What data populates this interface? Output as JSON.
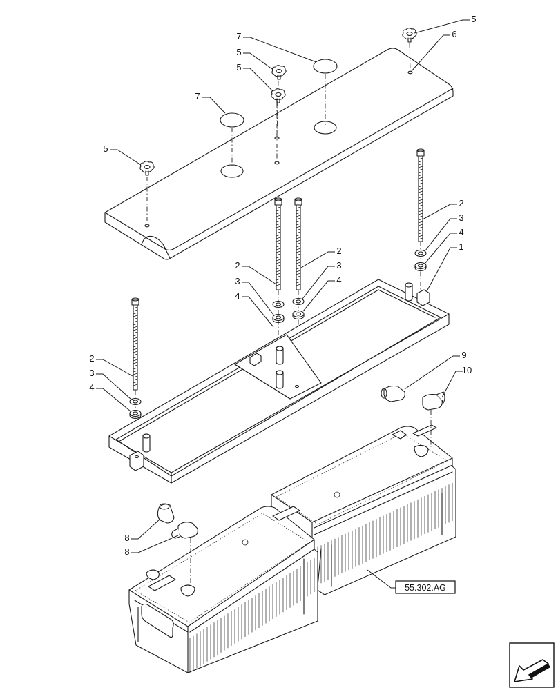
{
  "reference_label": "55.302.AG",
  "callouts": [
    {
      "id": "c5a",
      "text": "5"
    },
    {
      "id": "c6",
      "text": "6"
    },
    {
      "id": "c7a",
      "text": "7"
    },
    {
      "id": "c5b",
      "text": "5"
    },
    {
      "id": "c5c",
      "text": "5"
    },
    {
      "id": "c7b",
      "text": "7"
    },
    {
      "id": "c5d",
      "text": "5"
    },
    {
      "id": "c2a",
      "text": "2"
    },
    {
      "id": "c3a",
      "text": "3"
    },
    {
      "id": "c4a",
      "text": "4"
    },
    {
      "id": "c1",
      "text": "1"
    },
    {
      "id": "c2b",
      "text": "2"
    },
    {
      "id": "c3b",
      "text": "3"
    },
    {
      "id": "c4b",
      "text": "4"
    },
    {
      "id": "c2c",
      "text": "2"
    },
    {
      "id": "c3c",
      "text": "3"
    },
    {
      "id": "c4c",
      "text": "4"
    },
    {
      "id": "c2d",
      "text": "2"
    },
    {
      "id": "c3d",
      "text": "3"
    },
    {
      "id": "c4d",
      "text": "4"
    },
    {
      "id": "c9",
      "text": "9"
    },
    {
      "id": "c10",
      "text": "10"
    },
    {
      "id": "c8a",
      "text": "8"
    },
    {
      "id": "c8b",
      "text": "8"
    }
  ],
  "icons": {
    "nav": "arrow-navigation-icon"
  }
}
